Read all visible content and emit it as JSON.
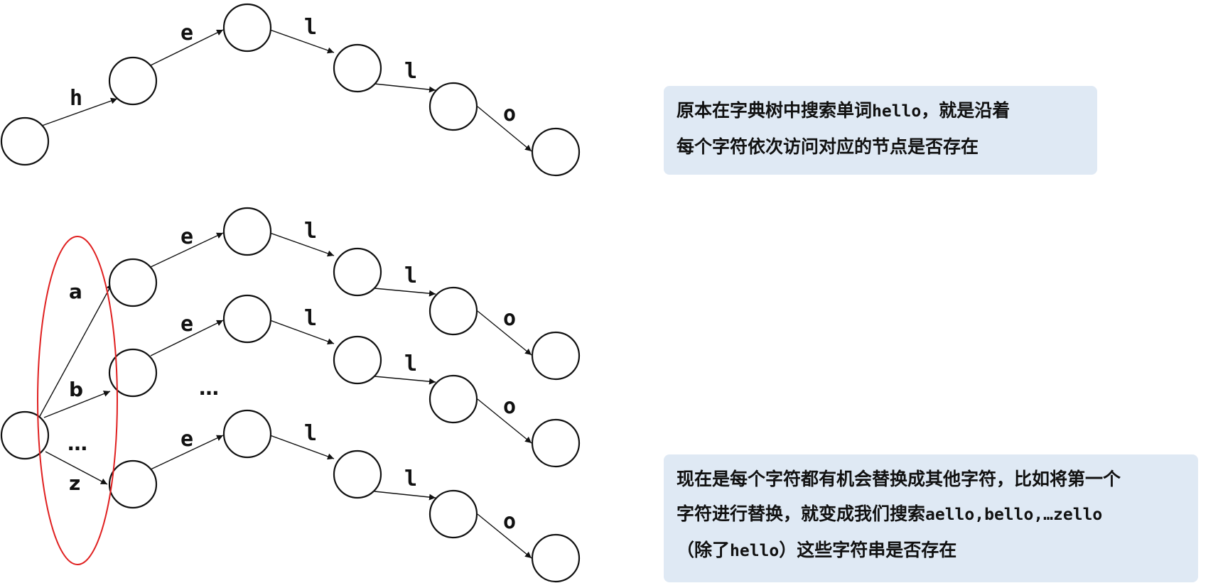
{
  "tree_top": {
    "edge_labels": [
      "h",
      "e",
      "l",
      "l",
      "o"
    ]
  },
  "tree_bottom": {
    "first_level_labels": [
      "a",
      "b",
      "…",
      "z"
    ],
    "branches": [
      {
        "labels": [
          "e",
          "l",
          "l",
          "o"
        ]
      },
      {
        "labels": [
          "e",
          "l",
          "l",
          "o"
        ]
      },
      {
        "labels": [
          "e",
          "l",
          "l",
          "o"
        ]
      }
    ],
    "middle_ellipsis": "…"
  },
  "notes": {
    "note1": {
      "line1_prefix": "原本在字典树中搜索单词",
      "line1_code": "hello",
      "line1_suffix": "，就是沿着",
      "line2": "每个字符依次访问对应的节点是否存在"
    },
    "note2": {
      "line1": "现在是每个字符都有机会替换成其他字符，比如将第一个",
      "line2_prefix": "字符进行替换，就变成我们搜索",
      "line2_code": "aello,bello,…zello",
      "line3_prefix": "（除了",
      "line3_code": "hello",
      "line3_suffix": "）这些字符串是否存在"
    }
  },
  "colors": {
    "highlight_ellipse": "#e02020",
    "note_background": "#dfe9f4"
  }
}
